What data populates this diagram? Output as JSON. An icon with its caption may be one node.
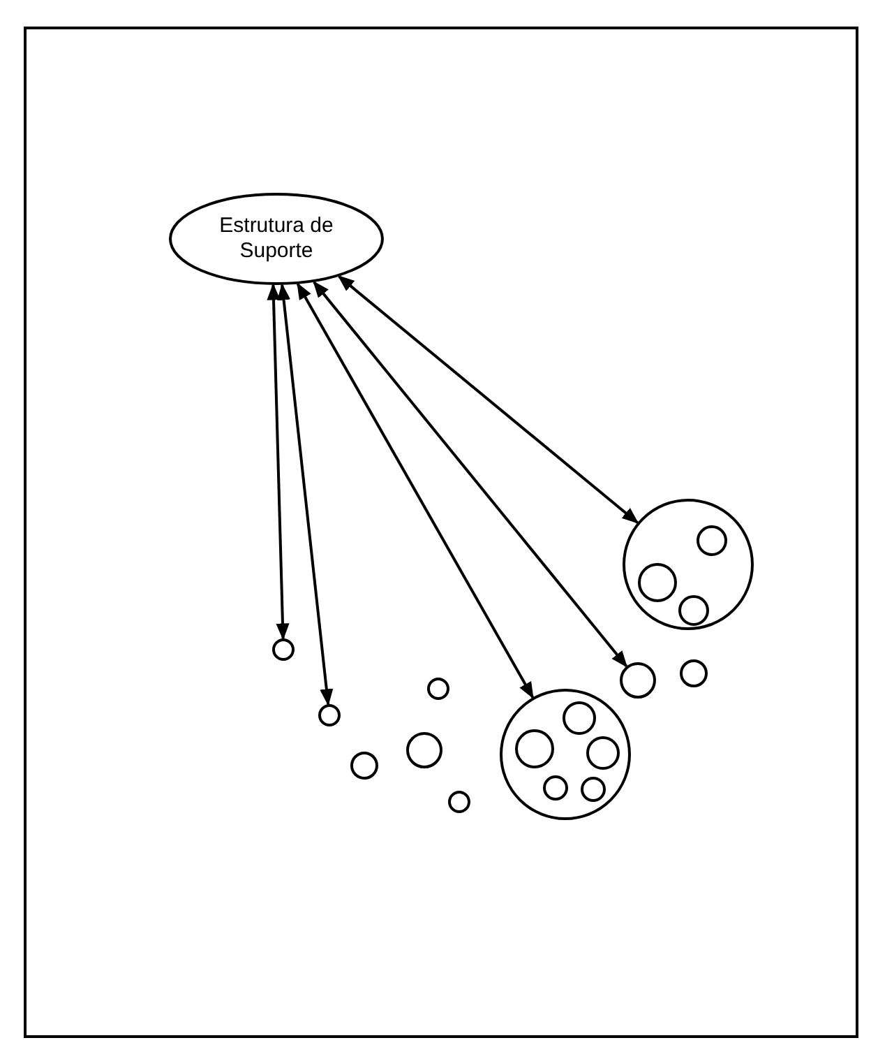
{
  "diagram": {
    "nodes": [
      {
        "text": [
          "Estrutura de Suporte"
        ]
      },
      {
        "text": [],
        "shape": "circle"
      },
      {
        "text": [],
        "shape": "circle"
      },
      {
        "text": [],
        "shape": "circle"
      },
      {
        "text": [],
        "shape": "circle"
      },
      {
        "text": [],
        "shape": "circle"
      },
      {
        "text": [],
        "shape": "circle"
      },
      {
        "text": [],
        "shape": "circle"
      },
      {
        "text": [],
        "shape": "circle"
      },
      {
        "text": [],
        "shape": "circle"
      },
      {
        "text": [],
        "shape": "circle"
      }
    ],
    "edges": [
      {
        "from": 0,
        "to": 3,
        "arrow": "both"
      },
      {
        "from": 0,
        "to": 4,
        "arrow": "both"
      },
      {
        "from": 0,
        "to": 2,
        "arrow": "both"
      },
      {
        "from": 0,
        "to": 9,
        "arrow": "both"
      },
      {
        "from": 0,
        "to": 1,
        "arrow": "both"
      }
    ]
  }
}
